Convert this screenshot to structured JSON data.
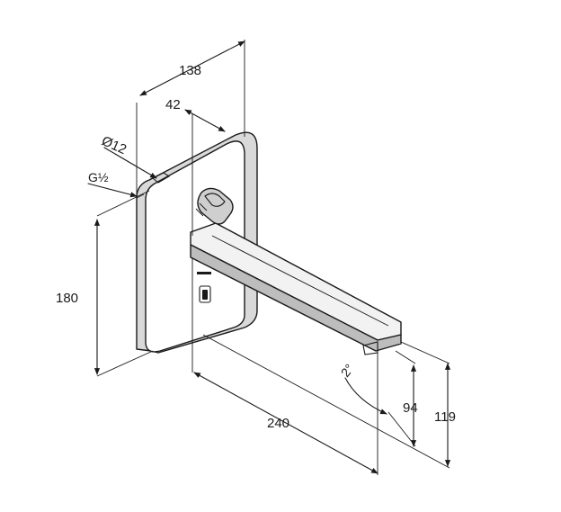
{
  "dimensions": {
    "overall_depth": "138",
    "plate_depth": "42",
    "connector_diameter": "Ø12",
    "thread": "G½",
    "plate_height": "180",
    "spout_length": "240",
    "spout_angle": "2°",
    "outlet_height": "94",
    "overall_height": "119"
  },
  "colors": {
    "line": "#1a1a1a",
    "plate_face": "#ffffff",
    "plate_side": "#d9d9d9",
    "spout_top": "#f2f2f2",
    "spout_side": "#bdbdbd",
    "knob": "#cfcfcf"
  }
}
